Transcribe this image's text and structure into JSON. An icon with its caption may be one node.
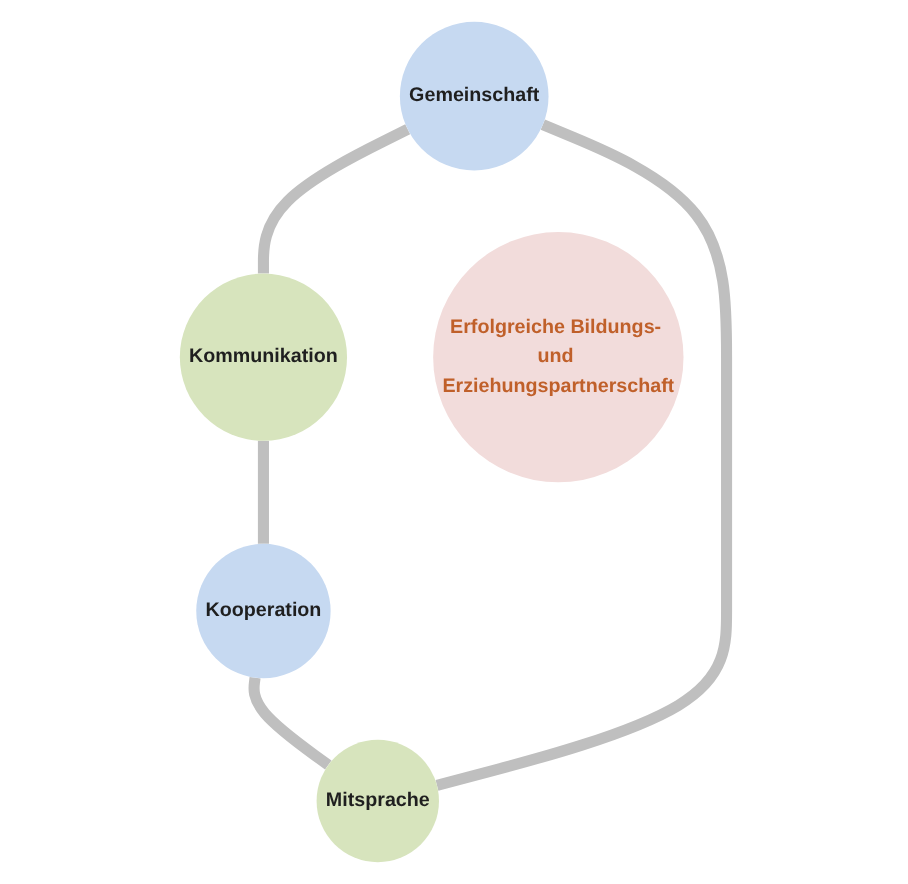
{
  "diagram": {
    "nodes": [
      {
        "text": [
          "Gemeinschaft"
        ]
      },
      {
        "text": [
          "Mitsprache"
        ]
      },
      {
        "text": [
          "Erfolgreiche Bildungs- und Erziehungspartnerschaft"
        ]
      },
      {
        "text": [
          "Kommunikation"
        ]
      },
      {
        "text": [
          "Kooperation"
        ]
      }
    ],
    "edges": [
      {
        "from": 0,
        "to": 3,
        "arrow": "none"
      },
      {
        "from": 3,
        "to": 4,
        "arrow": "none"
      },
      {
        "from": 4,
        "to": 1,
        "arrow": "none"
      },
      {
        "from": 1,
        "to": 0,
        "arrow": "none"
      }
    ]
  }
}
